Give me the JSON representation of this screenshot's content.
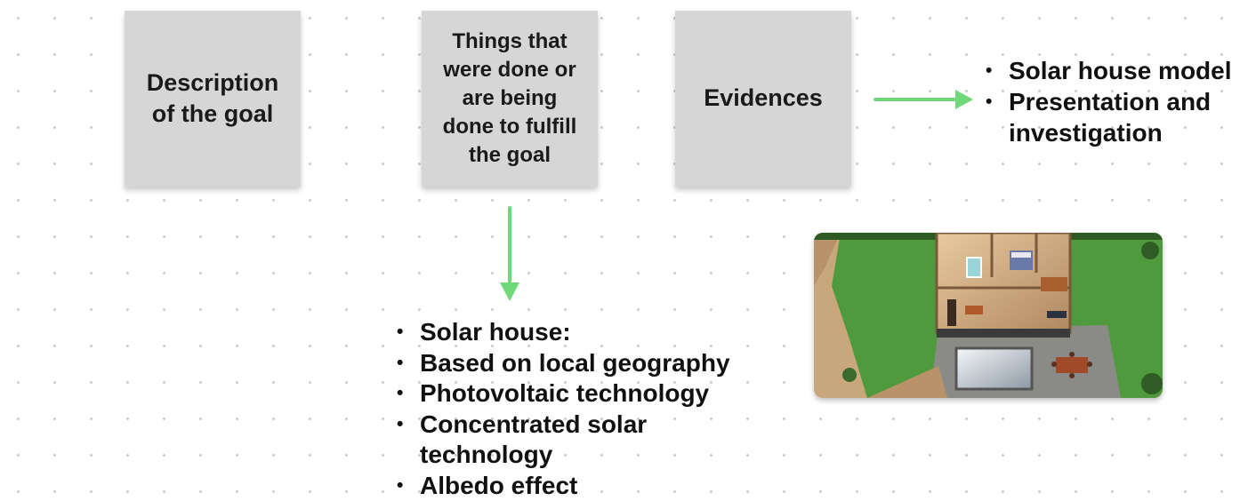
{
  "boxes": {
    "goal": "Description\nof the goal",
    "actions": "Things that\nwere done or\nare being\ndone to fulfill\nthe goal",
    "evidences": "Evidences"
  },
  "evidence_list": [
    "Solar house model",
    "Presentation and investigation"
  ],
  "actions_list": [
    "Solar house:",
    "Based on local geography",
    "Photovoltaic technology",
    "Concentrated solar technology",
    "Albedo effect"
  ],
  "colors": {
    "card": "#d6d6d6",
    "arrow": "#6fd97a",
    "grass": "#4e9a3c",
    "dots": "#c9c9c9"
  },
  "icons": {
    "photo": "solar-house-model-photo"
  }
}
